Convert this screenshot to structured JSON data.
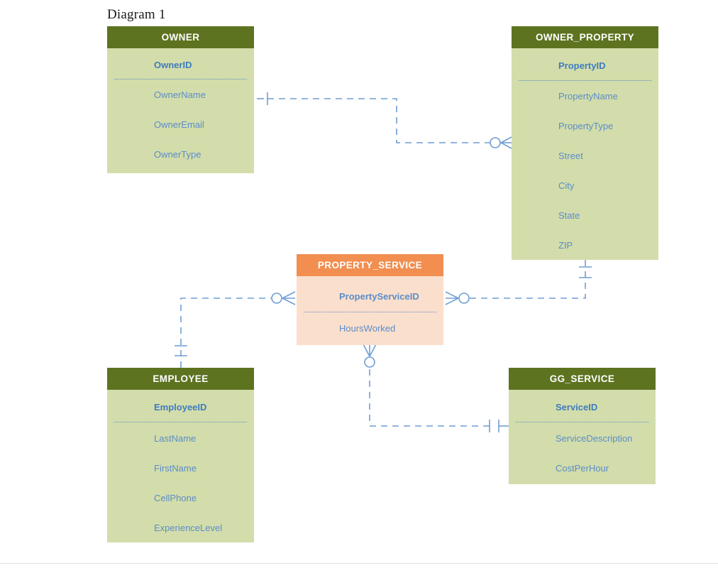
{
  "title": "Diagram 1",
  "colors": {
    "entity_header_green": "#5d7320",
    "entity_body_green": "#d3ddab",
    "entity_header_orange": "#f18e50",
    "entity_body_orange": "#fbdfcd",
    "attribute_text": "#5b8dc8",
    "relationship_line": "#6f9ed4",
    "title_text": "#1a1a1a"
  },
  "entities": [
    {
      "id": "owner",
      "name": "OWNER",
      "theme": "green",
      "primary_keys": [
        "OwnerID"
      ],
      "attributes": [
        "OwnerName",
        "OwnerEmail",
        "OwnerType"
      ]
    },
    {
      "id": "owner_property",
      "name": "OWNER_PROPERTY",
      "theme": "green",
      "primary_keys": [
        "PropertyID"
      ],
      "attributes": [
        "PropertyName",
        "PropertyType",
        "Street",
        "City",
        "State",
        "ZIP"
      ]
    },
    {
      "id": "property_service",
      "name": "PROPERTY_SERVICE",
      "theme": "orange",
      "primary_keys": [
        "PropertyServiceID"
      ],
      "attributes": [
        "HoursWorked"
      ]
    },
    {
      "id": "employee",
      "name": "EMPLOYEE",
      "theme": "green",
      "primary_keys": [
        "EmployeeID"
      ],
      "attributes": [
        "LastName",
        "FirstName",
        "CellPhone",
        "ExperienceLevel"
      ]
    },
    {
      "id": "gg_service",
      "name": "GG_SERVICE",
      "theme": "green",
      "primary_keys": [
        "ServiceID"
      ],
      "attributes": [
        "ServiceDescription",
        "CostPerHour"
      ]
    }
  ],
  "relationships": [
    {
      "id": "owner-to-owner-property",
      "from": "OWNER",
      "to": "OWNER_PROPERTY",
      "line_style": "dashed",
      "from_cardinality": "one-and-only-one",
      "to_cardinality": "zero-or-many"
    },
    {
      "id": "owner-property-to-property-service",
      "from": "OWNER_PROPERTY",
      "to": "PROPERTY_SERVICE",
      "line_style": "dashed",
      "from_cardinality": "one-and-only-one",
      "to_cardinality": "zero-or-many"
    },
    {
      "id": "employee-to-property-service",
      "from": "EMPLOYEE",
      "to": "PROPERTY_SERVICE",
      "line_style": "dashed",
      "from_cardinality": "one-and-only-one",
      "to_cardinality": "zero-or-many"
    },
    {
      "id": "gg-service-to-property-service",
      "from": "GG_SERVICE",
      "to": "PROPERTY_SERVICE",
      "line_style": "dashed",
      "from_cardinality": "one-and-only-one",
      "to_cardinality": "zero-or-many"
    }
  ]
}
